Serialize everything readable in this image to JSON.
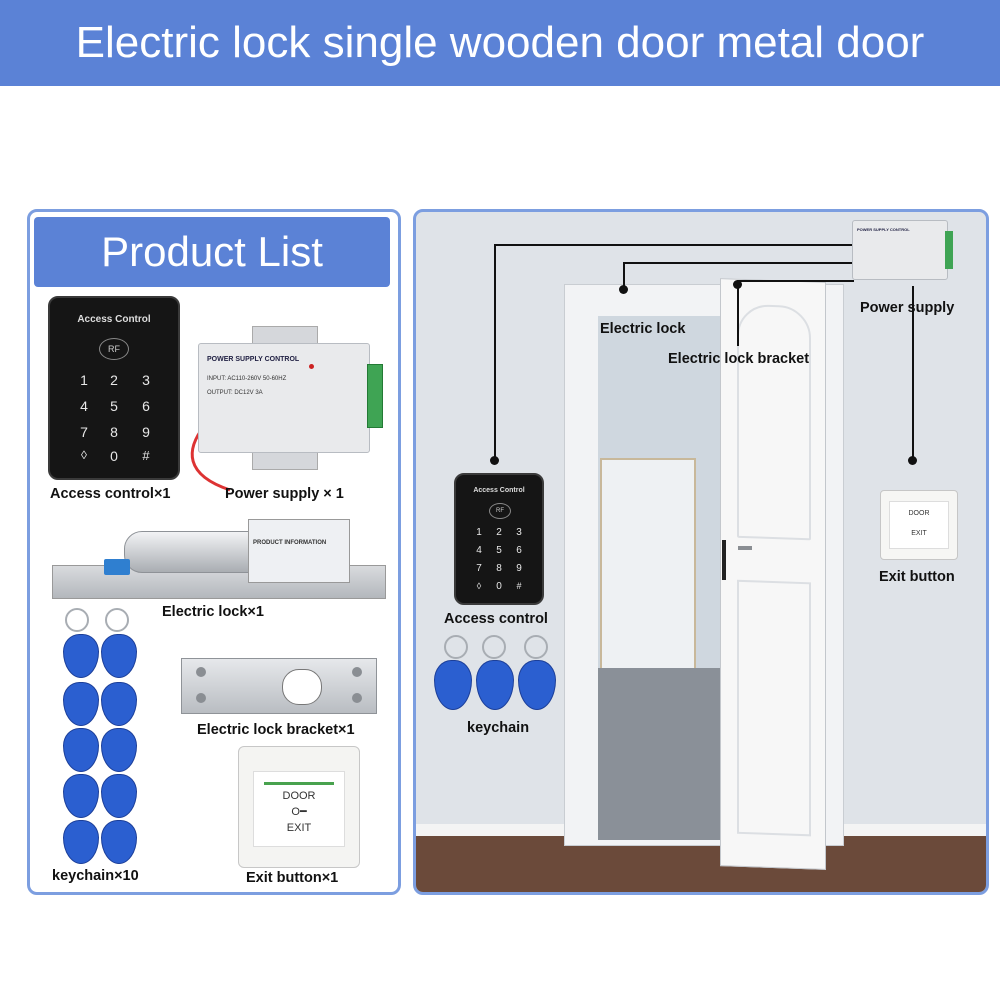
{
  "header": {
    "title": "Electric lock single wooden door metal door"
  },
  "product_list": {
    "title": "Product List",
    "items": {
      "access_control": "Access control×1",
      "power_supply": "Power supply × 1",
      "electric_lock": "Electric lock×1",
      "keychain": "keychain×10",
      "bracket": "Electric lock bracket×1",
      "exit_button": "Exit button×1"
    }
  },
  "device": {
    "keypad_header": "Access Control",
    "rf_label": "RF",
    "keys": [
      "1",
      "2",
      "3",
      "4",
      "5",
      "6",
      "7",
      "8",
      "9",
      "◊",
      "0",
      "#"
    ],
    "psu_title": "POWER SUPPLY CONTROL",
    "psu_input": "INPUT: AC110-260V 50-60HZ",
    "psu_output": "OUTPUT: DC12V  3A",
    "lock_info": "PRODUCT   INFORMATION",
    "exit_door": "DOOR",
    "exit_exit": "EXIT"
  },
  "installation": {
    "labels": {
      "electric_lock": "Electric lock",
      "bracket": "Electric lock bracket",
      "power_supply": "Power supply",
      "access_control": "Access control",
      "keychain": "keychain",
      "exit_button": "Exit button"
    }
  }
}
